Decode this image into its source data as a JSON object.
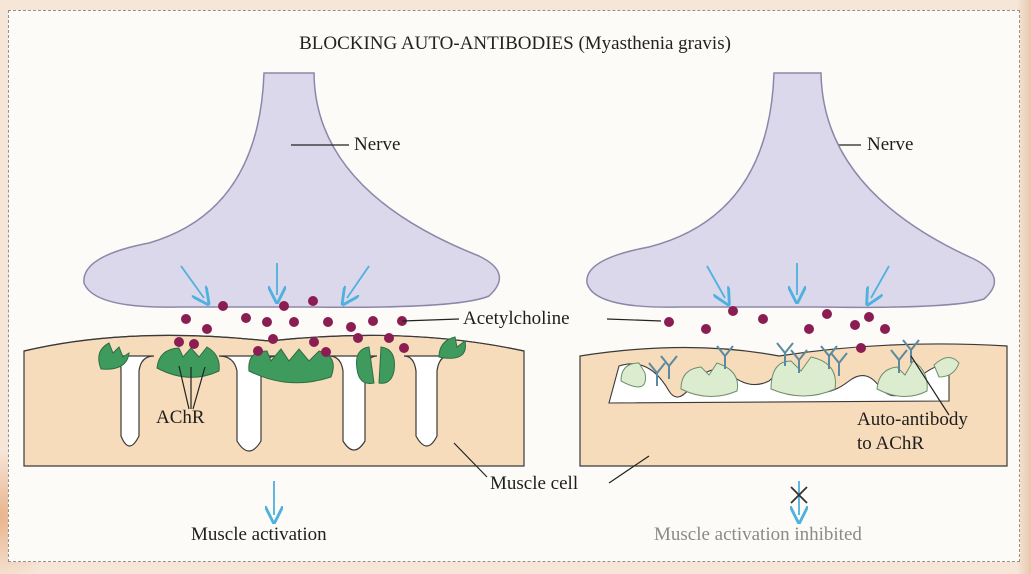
{
  "title": "BLOCKING AUTO-ANTIBODIES (Myasthenia gravis)",
  "labels": {
    "nerve_left": "Nerve",
    "nerve_right": "Nerve",
    "acetylcholine": "Acetylcholine",
    "achr": "AChR",
    "auto_antibody_line1": "Auto-antibody",
    "auto_antibody_line2": "to AChR",
    "muscle_cell": "Muscle cell",
    "outcome_left": "Muscle activation",
    "outcome_right": "Muscle activation inhibited"
  },
  "colors": {
    "nerve": "#dcd8ec",
    "nerve_stroke": "#8c87a8",
    "muscle": "#f7dcbc",
    "receptor_active": "#3f9a5e",
    "receptor_blocked": "#dceccf",
    "acetylcholine": "#8a1d52",
    "arrow": "#4fb1de"
  }
}
